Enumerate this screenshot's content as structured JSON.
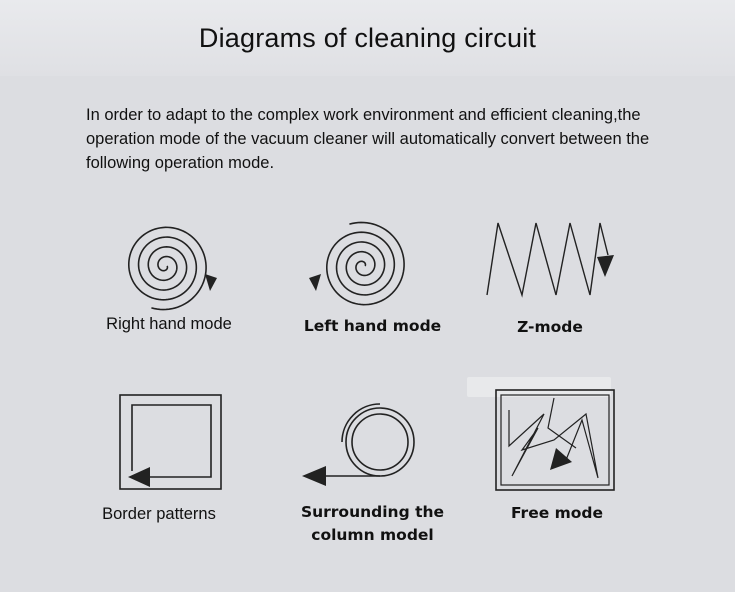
{
  "title": "Diagrams of cleaning circuit",
  "intro": "In order to adapt to the complex work environment and efficient cleaning,the operation mode of the vacuum cleaner will automatically convert between the following operation mode.",
  "modes": [
    {
      "label": "Right hand mode",
      "icon": "spiral-clockwise-icon"
    },
    {
      "label": "Left hand mode",
      "icon": "spiral-counterclockwise-icon"
    },
    {
      "label": "Z-mode",
      "icon": "zigzag-icon"
    },
    {
      "label": "Border patterns",
      "icon": "border-square-icon"
    },
    {
      "label": "Surrounding the column model",
      "icon": "circle-column-icon"
    },
    {
      "label": "Free mode",
      "icon": "random-path-icon"
    }
  ],
  "colors": {
    "background": "#dcdde1",
    "stroke": "#222222"
  }
}
